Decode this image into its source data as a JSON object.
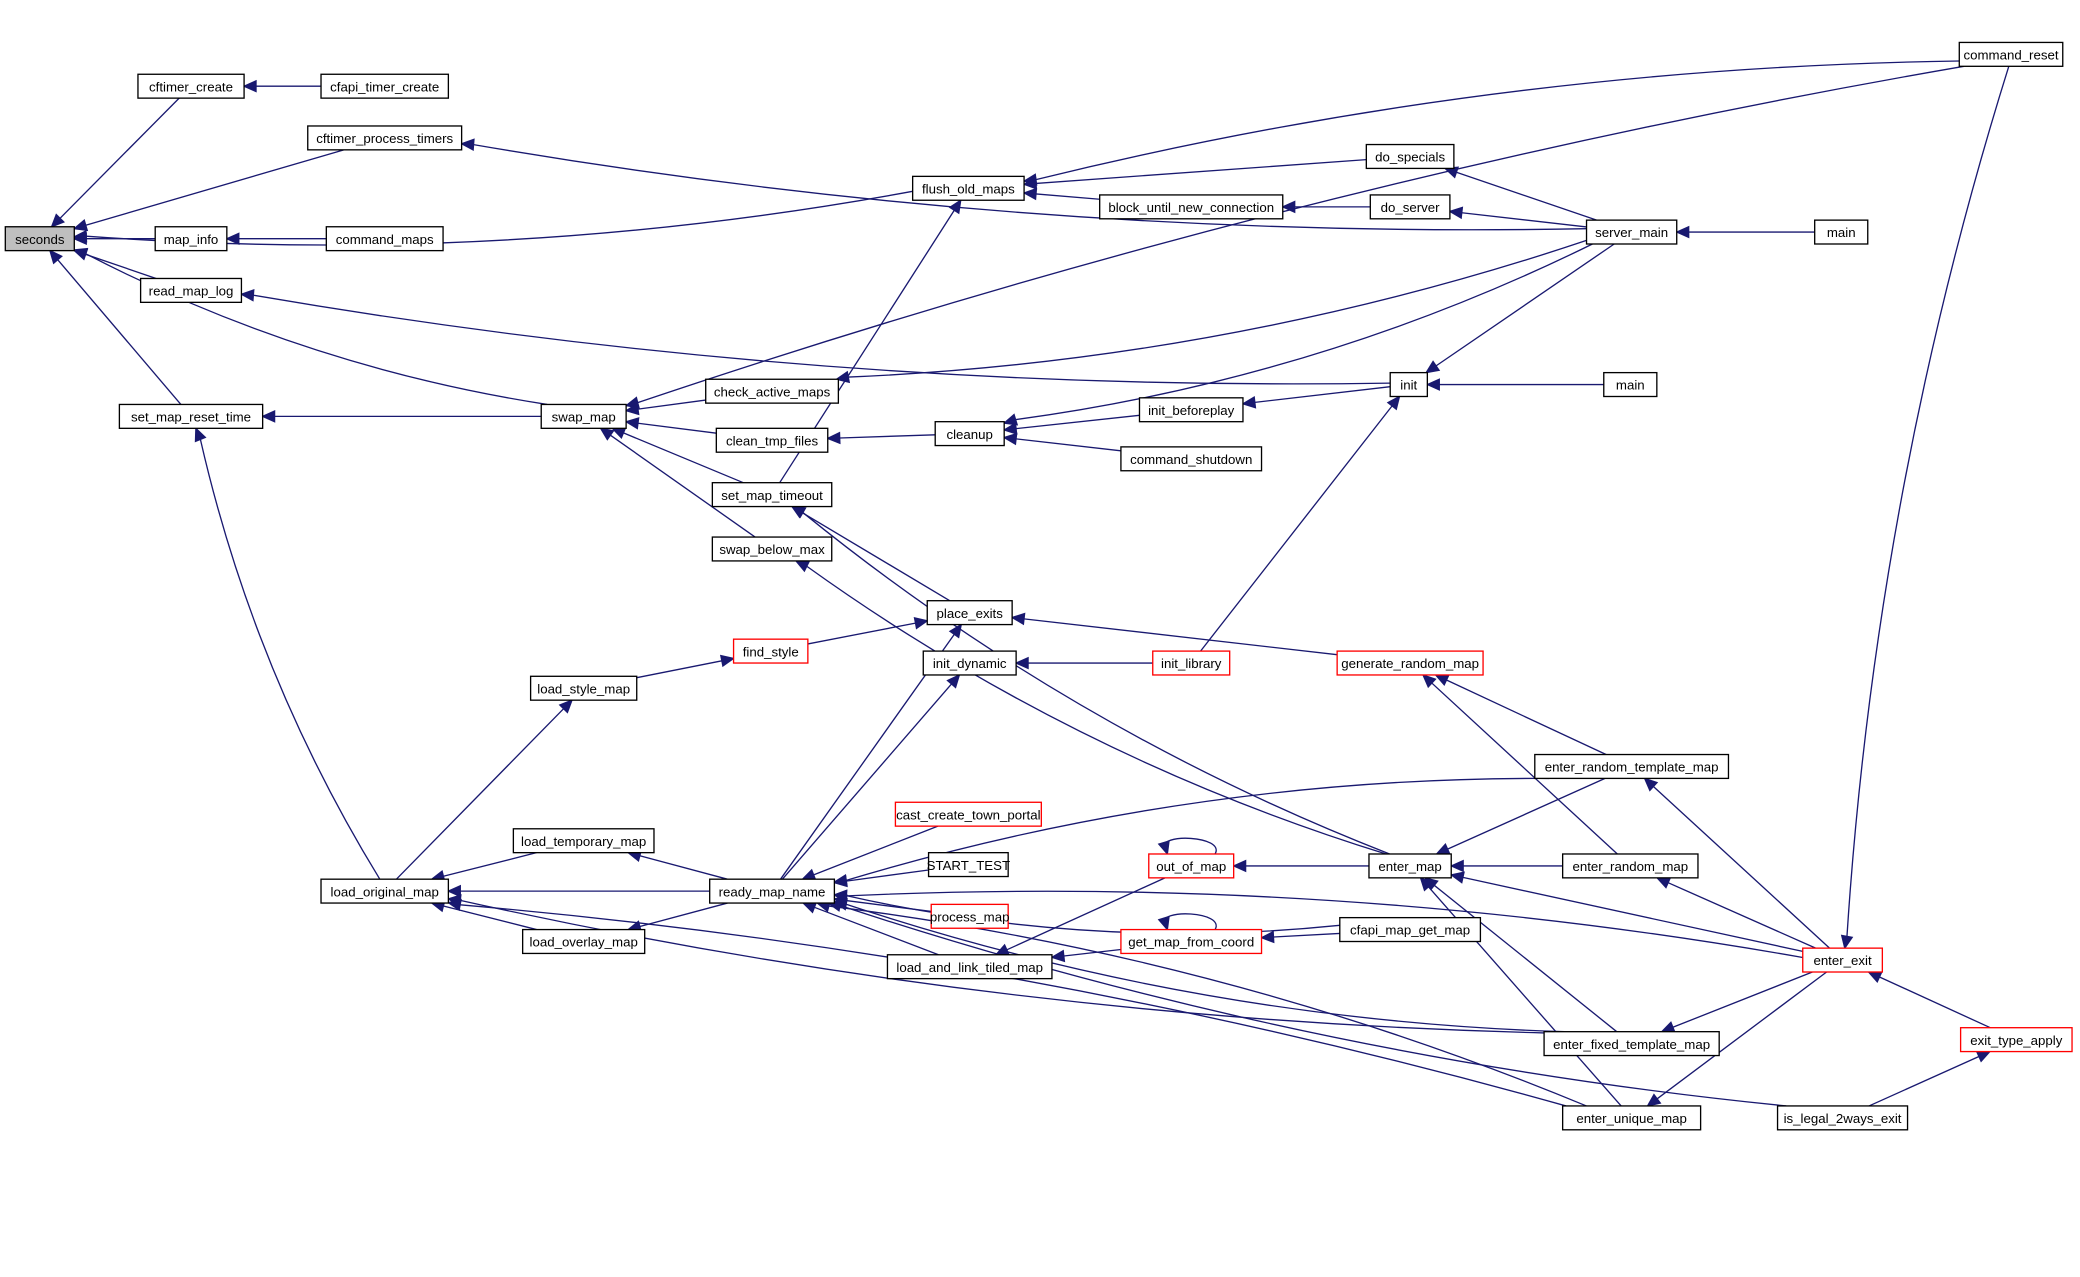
{
  "title": "seconds caller graph",
  "colors": {
    "edge": "#191970",
    "node_border": "#000000",
    "node_border_truncated": "#ff0000",
    "root_fill": "#bfbfbf",
    "node_fill": "#ffffff"
  },
  "root": "seconds",
  "nodes": [
    {
      "id": "seconds",
      "label": "seconds",
      "kind": "root"
    },
    {
      "id": "cftimer_create",
      "label": "cftimer_create",
      "kind": "normal"
    },
    {
      "id": "cfapi_timer_create",
      "label": "cfapi_timer_create",
      "kind": "normal"
    },
    {
      "id": "cftimer_process_timers",
      "label": "cftimer_process_timers",
      "kind": "normal"
    },
    {
      "id": "flush_old_maps",
      "label": "flush_old_maps",
      "kind": "normal"
    },
    {
      "id": "map_info",
      "label": "map_info",
      "kind": "normal"
    },
    {
      "id": "command_maps",
      "label": "command_maps",
      "kind": "normal"
    },
    {
      "id": "read_map_log",
      "label": "read_map_log",
      "kind": "normal"
    },
    {
      "id": "set_map_reset_time",
      "label": "set_map_reset_time",
      "kind": "normal"
    },
    {
      "id": "swap_map",
      "label": "swap_map",
      "kind": "normal"
    },
    {
      "id": "command_reset",
      "label": "command_reset",
      "kind": "normal"
    },
    {
      "id": "do_specials",
      "label": "do_specials",
      "kind": "normal"
    },
    {
      "id": "block_until_new_connection",
      "label": "block_until_new_connection",
      "kind": "normal"
    },
    {
      "id": "do_server",
      "label": "do_server",
      "kind": "normal"
    },
    {
      "id": "server_main",
      "label": "server_main",
      "kind": "normal"
    },
    {
      "id": "main1",
      "label": "main",
      "kind": "normal"
    },
    {
      "id": "check_active_maps",
      "label": "check_active_maps",
      "kind": "normal"
    },
    {
      "id": "clean_tmp_files",
      "label": "clean_tmp_files",
      "kind": "normal"
    },
    {
      "id": "cleanup",
      "label": "cleanup",
      "kind": "normal"
    },
    {
      "id": "init_beforeplay",
      "label": "init_beforeplay",
      "kind": "normal"
    },
    {
      "id": "command_shutdown",
      "label": "command_shutdown",
      "kind": "normal"
    },
    {
      "id": "init",
      "label": "init",
      "kind": "normal"
    },
    {
      "id": "main2",
      "label": "main",
      "kind": "normal"
    },
    {
      "id": "set_map_timeout",
      "label": "set_map_timeout",
      "kind": "normal"
    },
    {
      "id": "swap_below_max",
      "label": "swap_below_max",
      "kind": "normal"
    },
    {
      "id": "place_exits",
      "label": "place_exits",
      "kind": "normal"
    },
    {
      "id": "find_style",
      "label": "find_style",
      "kind": "truncated"
    },
    {
      "id": "load_style_map",
      "label": "load_style_map",
      "kind": "normal"
    },
    {
      "id": "init_dynamic",
      "label": "init_dynamic",
      "kind": "normal"
    },
    {
      "id": "init_library",
      "label": "init_library",
      "kind": "truncated"
    },
    {
      "id": "generate_random_map",
      "label": "generate_random_map",
      "kind": "truncated"
    },
    {
      "id": "enter_random_template_map",
      "label": "enter_random_template_map",
      "kind": "normal"
    },
    {
      "id": "cast_create_town_portal",
      "label": "cast_create_town_portal",
      "kind": "truncated"
    },
    {
      "id": "START_TEST",
      "label": "START_TEST",
      "kind": "normal"
    },
    {
      "id": "process_map",
      "label": "process_map",
      "kind": "truncated"
    },
    {
      "id": "load_and_link_tiled_map",
      "label": "load_and_link_tiled_map",
      "kind": "normal"
    },
    {
      "id": "out_of_map",
      "label": "out_of_map",
      "kind": "truncated"
    },
    {
      "id": "get_map_from_coord",
      "label": "get_map_from_coord",
      "kind": "truncated"
    },
    {
      "id": "enter_map",
      "label": "enter_map",
      "kind": "normal"
    },
    {
      "id": "enter_random_map",
      "label": "enter_random_map",
      "kind": "normal"
    },
    {
      "id": "cfapi_map_get_map",
      "label": "cfapi_map_get_map",
      "kind": "normal"
    },
    {
      "id": "load_temporary_map",
      "label": "load_temporary_map",
      "kind": "normal"
    },
    {
      "id": "ready_map_name",
      "label": "ready_map_name",
      "kind": "normal"
    },
    {
      "id": "load_original_map",
      "label": "load_original_map",
      "kind": "normal"
    },
    {
      "id": "load_overlay_map",
      "label": "load_overlay_map",
      "kind": "normal"
    },
    {
      "id": "enter_exit",
      "label": "enter_exit",
      "kind": "truncated"
    },
    {
      "id": "exit_type_apply",
      "label": "exit_type_apply",
      "kind": "truncated"
    },
    {
      "id": "enter_fixed_template_map",
      "label": "enter_fixed_template_map",
      "kind": "normal"
    },
    {
      "id": "enter_unique_map",
      "label": "enter_unique_map",
      "kind": "normal"
    },
    {
      "id": "is_legal_2ways_exit",
      "label": "is_legal_2ways_exit",
      "kind": "normal"
    }
  ],
  "edges": [
    {
      "from": "cftimer_create",
      "to": "seconds"
    },
    {
      "from": "cftimer_process_timers",
      "to": "seconds"
    },
    {
      "from": "flush_old_maps",
      "to": "seconds"
    },
    {
      "from": "map_info",
      "to": "seconds"
    },
    {
      "from": "read_map_log",
      "to": "seconds"
    },
    {
      "from": "set_map_reset_time",
      "to": "seconds"
    },
    {
      "from": "swap_map",
      "to": "seconds"
    },
    {
      "from": "cfapi_timer_create",
      "to": "cftimer_create"
    },
    {
      "from": "server_main",
      "to": "cftimer_process_timers"
    },
    {
      "from": "command_maps",
      "to": "map_info"
    },
    {
      "from": "init",
      "to": "read_map_log"
    },
    {
      "from": "swap_map",
      "to": "set_map_reset_time"
    },
    {
      "from": "load_original_map",
      "to": "set_map_reset_time"
    },
    {
      "from": "command_reset",
      "to": "flush_old_maps"
    },
    {
      "from": "do_specials",
      "to": "flush_old_maps"
    },
    {
      "from": "block_until_new_connection",
      "to": "flush_old_maps"
    },
    {
      "from": "set_map_timeout",
      "to": "flush_old_maps"
    },
    {
      "from": "do_server",
      "to": "block_until_new_connection"
    },
    {
      "from": "server_main",
      "to": "do_specials"
    },
    {
      "from": "server_main",
      "to": "do_server"
    },
    {
      "from": "main1",
      "to": "server_main"
    },
    {
      "from": "command_reset",
      "to": "swap_map"
    },
    {
      "from": "check_active_maps",
      "to": "swap_map"
    },
    {
      "from": "clean_tmp_files",
      "to": "swap_map"
    },
    {
      "from": "set_map_timeout",
      "to": "swap_map"
    },
    {
      "from": "swap_below_max",
      "to": "swap_map"
    },
    {
      "from": "server_main",
      "to": "check_active_maps"
    },
    {
      "from": "cleanup",
      "to": "clean_tmp_files"
    },
    {
      "from": "server_main",
      "to": "cleanup"
    },
    {
      "from": "init_beforeplay",
      "to": "cleanup"
    },
    {
      "from": "command_shutdown",
      "to": "cleanup"
    },
    {
      "from": "init",
      "to": "init_beforeplay"
    },
    {
      "from": "server_main",
      "to": "init"
    },
    {
      "from": "main2",
      "to": "init"
    },
    {
      "from": "enter_map",
      "to": "set_map_timeout"
    },
    {
      "from": "place_exits",
      "to": "set_map_timeout"
    },
    {
      "from": "enter_map",
      "to": "swap_below_max"
    },
    {
      "from": "init_library",
      "to": "init"
    },
    {
      "from": "generate_random_map",
      "to": "place_exits"
    },
    {
      "from": "find_style",
      "to": "place_exits"
    },
    {
      "from": "load_style_map",
      "to": "find_style"
    },
    {
      "from": "load_original_map",
      "to": "load_style_map"
    },
    {
      "from": "init_library",
      "to": "init_dynamic"
    },
    {
      "from": "enter_random_template_map",
      "to": "generate_random_map"
    },
    {
      "from": "enter_random_map",
      "to": "generate_random_map"
    },
    {
      "from": "enter_random_template_map",
      "to": "enter_map"
    },
    {
      "from": "enter_exit",
      "to": "enter_random_template_map"
    },
    {
      "from": "ready_map_name",
      "to": "place_exits"
    },
    {
      "from": "ready_map_name",
      "to": "init_dynamic"
    },
    {
      "from": "enter_random_template_map",
      "to": "ready_map_name"
    },
    {
      "from": "cfapi_map_get_map",
      "to": "ready_map_name"
    },
    {
      "from": "cast_create_town_portal",
      "to": "ready_map_name"
    },
    {
      "from": "START_TEST",
      "to": "ready_map_name"
    },
    {
      "from": "process_map",
      "to": "ready_map_name"
    },
    {
      "from": "load_and_link_tiled_map",
      "to": "ready_map_name"
    },
    {
      "from": "enter_exit",
      "to": "ready_map_name"
    },
    {
      "from": "enter_fixed_template_map",
      "to": "ready_map_name"
    },
    {
      "from": "enter_unique_map",
      "to": "ready_map_name"
    },
    {
      "from": "is_legal_2ways_exit",
      "to": "ready_map_name"
    },
    {
      "from": "out_of_map",
      "to": "load_and_link_tiled_map"
    },
    {
      "from": "get_map_from_coord",
      "to": "load_and_link_tiled_map"
    },
    {
      "from": "out_of_map",
      "to": "out_of_map"
    },
    {
      "from": "get_map_from_coord",
      "to": "get_map_from_coord"
    },
    {
      "from": "enter_map",
      "to": "out_of_map"
    },
    {
      "from": "cfapi_map_get_map",
      "to": "get_map_from_coord"
    },
    {
      "from": "enter_random_map",
      "to": "enter_map"
    },
    {
      "from": "enter_exit",
      "to": "enter_map"
    },
    {
      "from": "enter_fixed_template_map",
      "to": "enter_map"
    },
    {
      "from": "enter_unique_map",
      "to": "enter_map"
    },
    {
      "from": "enter_exit",
      "to": "enter_random_map"
    },
    {
      "from": "enter_exit",
      "to": "enter_fixed_template_map"
    },
    {
      "from": "enter_exit",
      "to": "enter_unique_map"
    },
    {
      "from": "exit_type_apply",
      "to": "enter_exit"
    },
    {
      "from": "command_reset",
      "to": "enter_exit"
    },
    {
      "from": "is_legal_2ways_exit",
      "to": "exit_type_apply"
    },
    {
      "from": "load_temporary_map",
      "to": "load_original_map"
    },
    {
      "from": "ready_map_name",
      "to": "load_original_map"
    },
    {
      "from": "load_overlay_map",
      "to": "load_original_map"
    },
    {
      "from": "enter_fixed_template_map",
      "to": "load_original_map"
    },
    {
      "from": "enter_unique_map",
      "to": "load_original_map"
    },
    {
      "from": "ready_map_name",
      "to": "load_temporary_map"
    },
    {
      "from": "ready_map_name",
      "to": "load_overlay_map"
    }
  ]
}
